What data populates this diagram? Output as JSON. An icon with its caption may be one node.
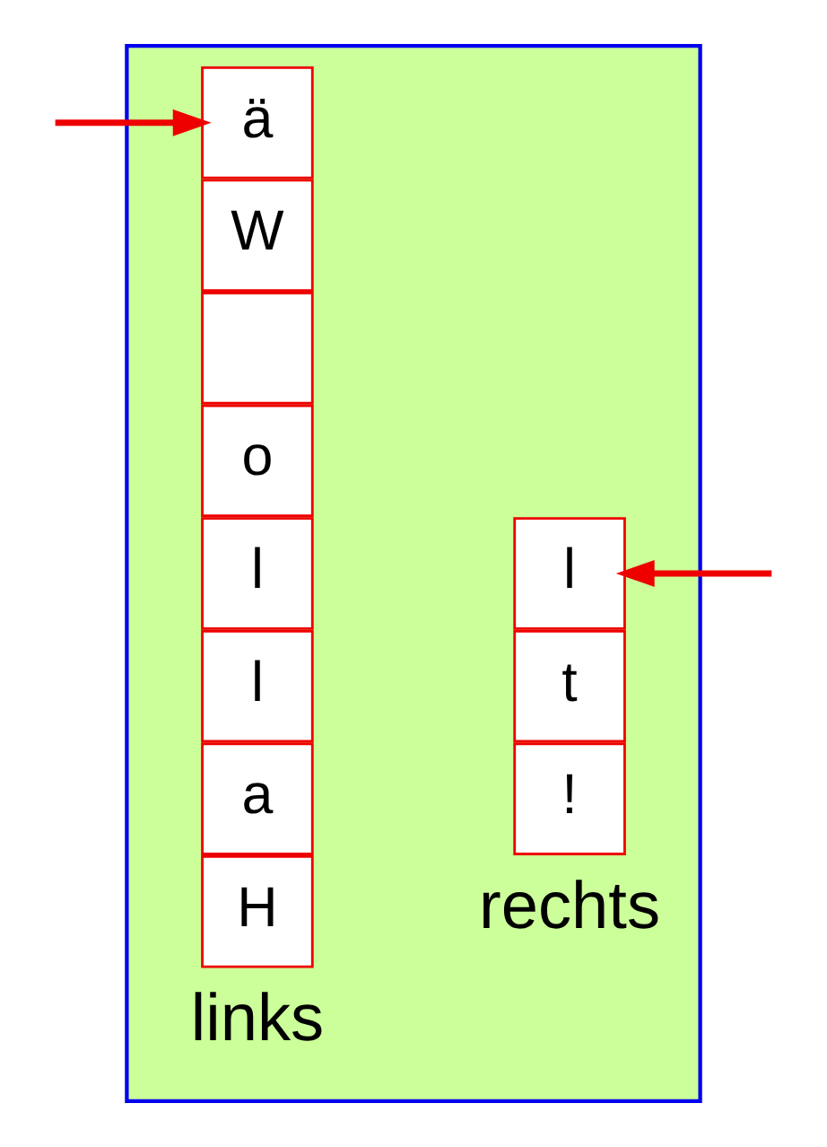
{
  "diagram": {
    "nodes": [
      {
        "text": [],
        "shape": "box"
      },
      {
        "text": [
          "ä"
        ],
        "in": 0
      },
      {
        "text": [
          "W"
        ],
        "in": 0
      },
      {
        "text": [],
        "shape": "box",
        "in": 0
      },
      {
        "text": [
          "o"
        ],
        "in": 0
      },
      {
        "text": [
          "l"
        ],
        "in": 0
      },
      {
        "text": [
          "l"
        ],
        "in": 0
      },
      {
        "text": [
          "a"
        ],
        "in": 0
      },
      {
        "text": [
          "H"
        ],
        "in": 0
      },
      {
        "text": [
          "l"
        ],
        "in": 0
      },
      {
        "text": [
          "t"
        ],
        "in": 0
      },
      {
        "text": [
          "!"
        ],
        "in": 0
      }
    ],
    "edges": [
      {
        "from": null,
        "to": 1,
        "arrow": "to"
      },
      {
        "from": null,
        "to": 9,
        "arrow": "to"
      }
    ],
    "labels": [
      "links",
      "rechts"
    ]
  }
}
